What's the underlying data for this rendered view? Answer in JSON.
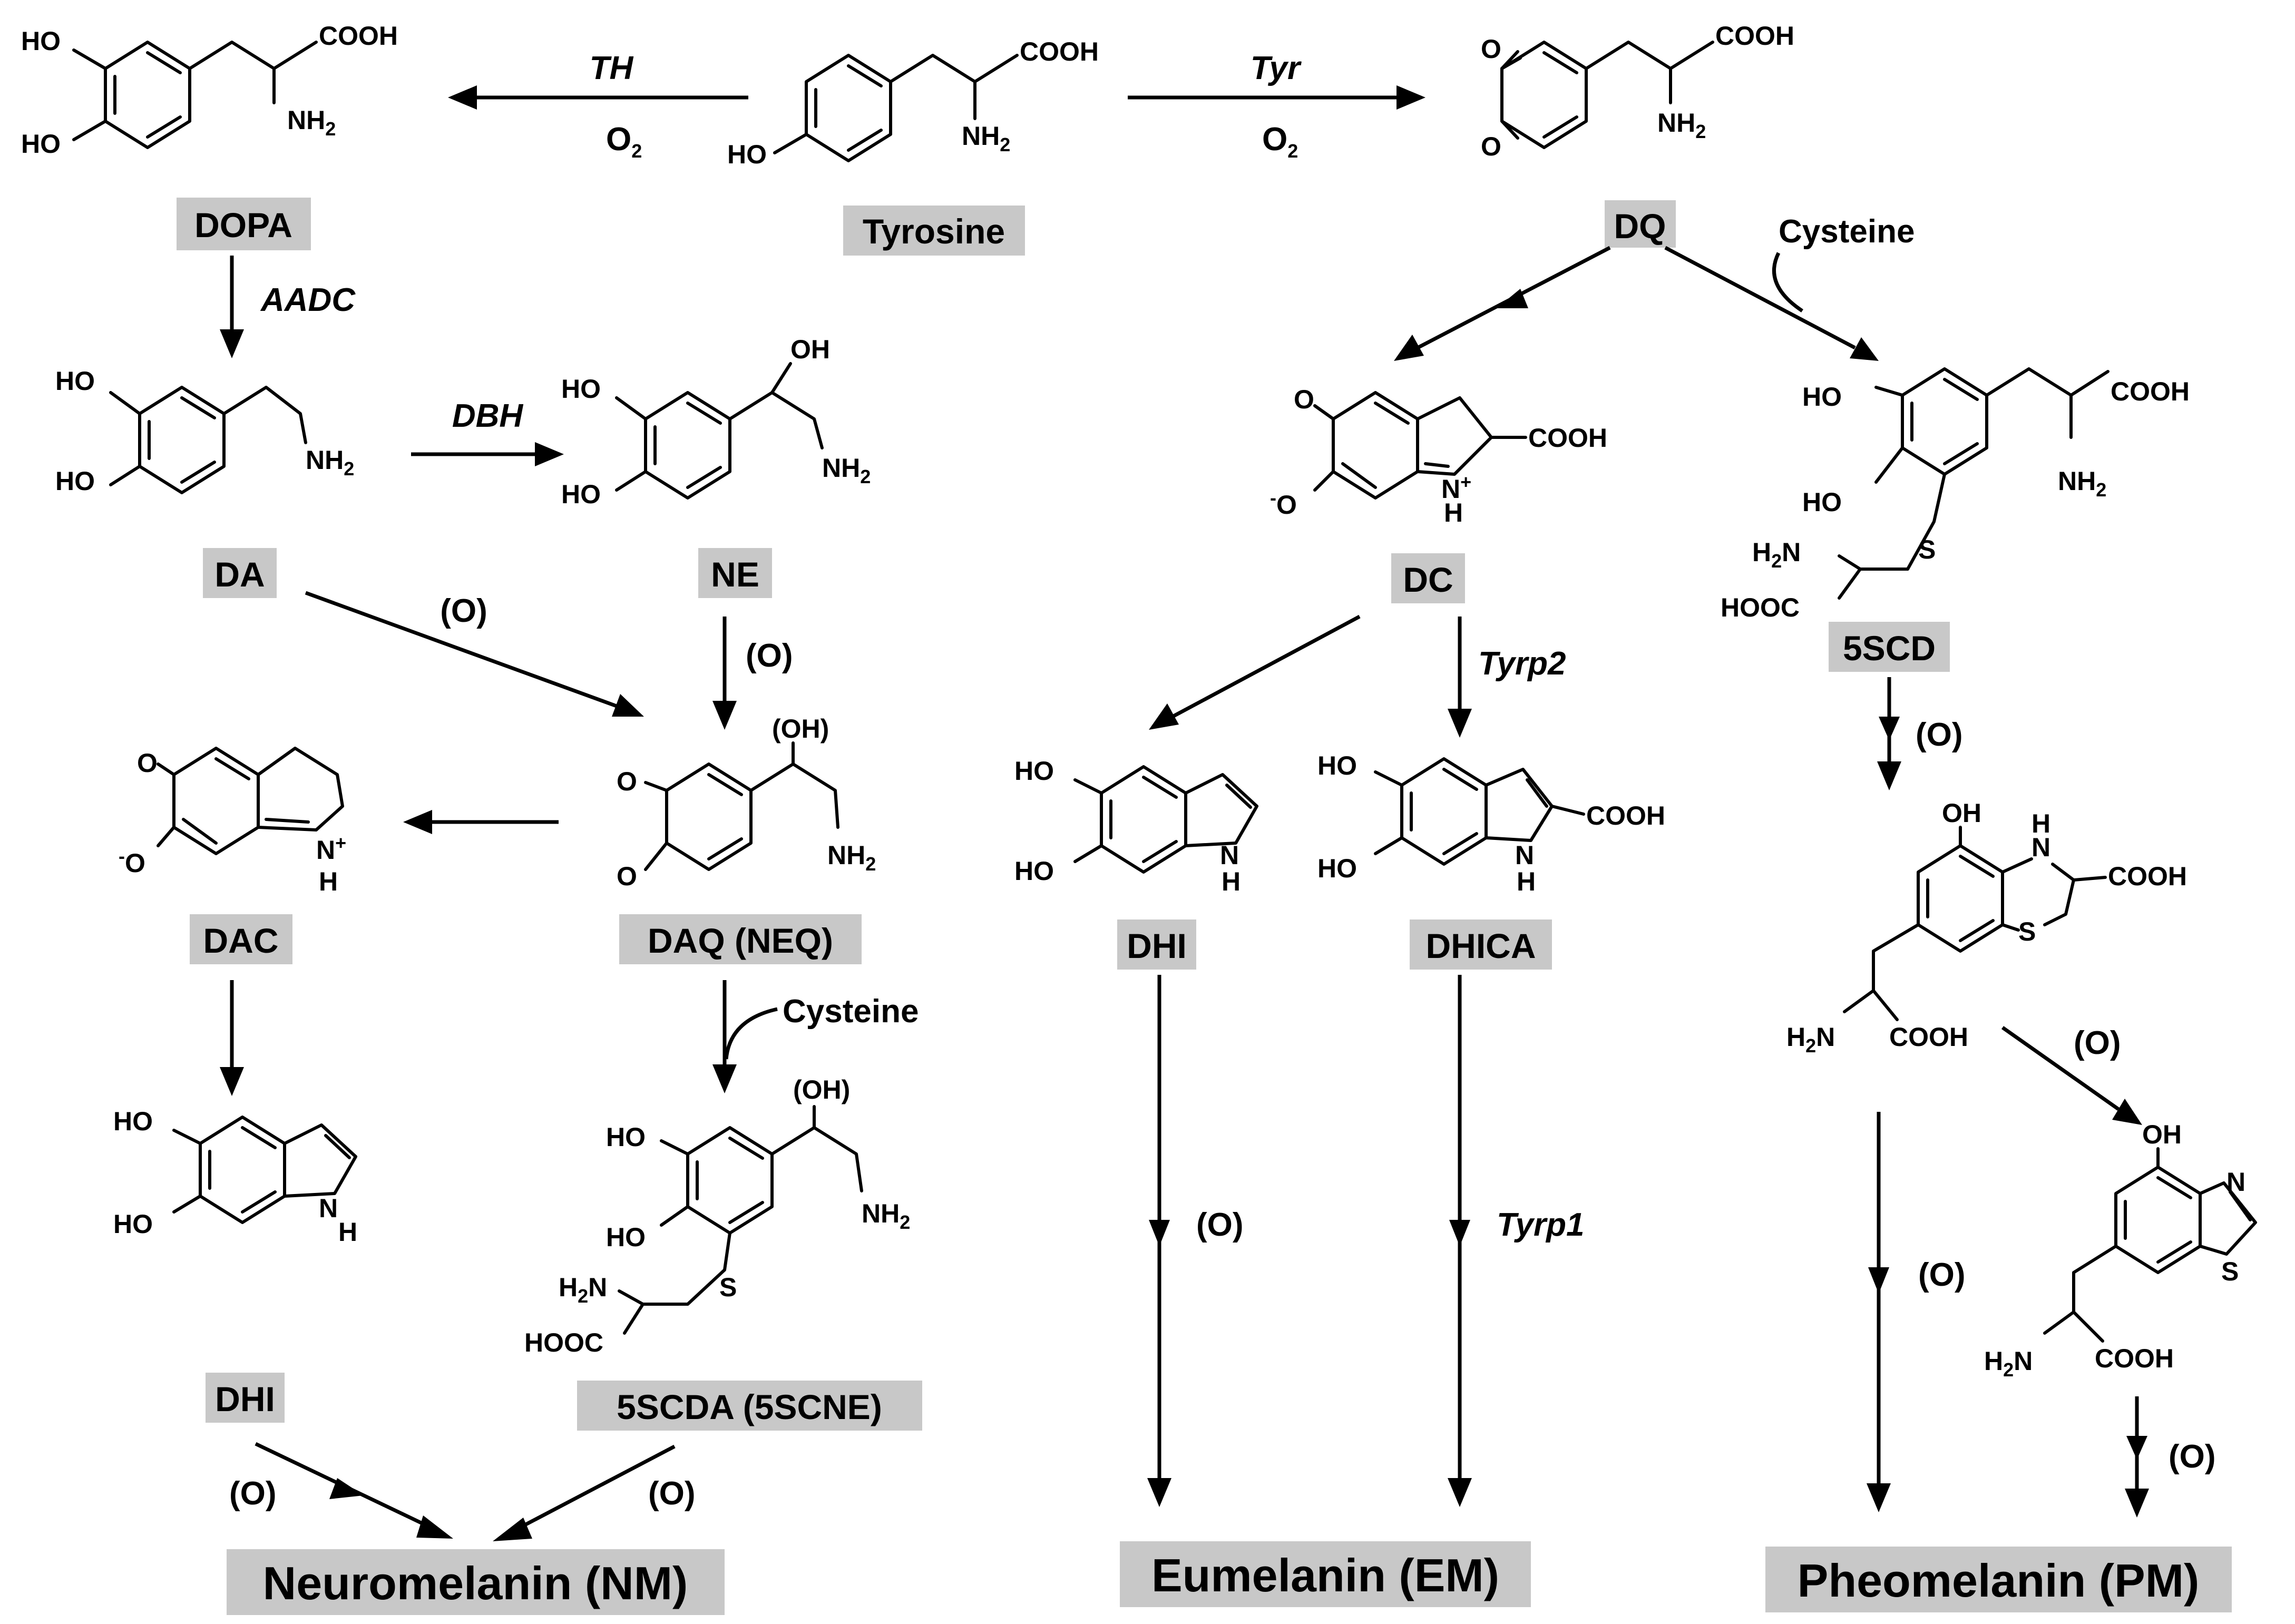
{
  "compounds": {
    "dopa": "DOPA",
    "tyrosine": "Tyrosine",
    "dq": "DQ",
    "da": "DA",
    "ne": "NE",
    "dc": "DC",
    "scd5": "5SCD",
    "dac": "DAC",
    "daq": "DAQ (NEQ)",
    "dhi_em": "DHI",
    "dhica": "DHICA",
    "dhi_nm": "DHI",
    "scda5": "5SCDA (5SCNE)"
  },
  "products": {
    "neuromelanin": "Neuromelanin (NM)",
    "eumelanin": "Eumelanin (EM)",
    "pheomelanin": "Pheomelanin (PM)"
  },
  "enzymes": {
    "th": "TH",
    "tyr": "Tyr",
    "aadc": "AADC",
    "dbh": "DBH",
    "tyrp2": "Tyrp2",
    "tyrp1": "Tyrp1"
  },
  "reagents": {
    "o2": "O",
    "o2_sub": "2",
    "ox": "(O)",
    "cysteine": "Cysteine"
  },
  "atoms": {
    "ho": "HO",
    "oh": "OH",
    "cooh": "COOH",
    "hooc": "HOOC",
    "nh2": "NH",
    "h2n": "H",
    "two": "2",
    "n_label": "N",
    "nh_ring": "N",
    "h": "H",
    "plus": "+",
    "minus": "-",
    "o": "O",
    "s": "S",
    "paren_oh": "(OH)"
  },
  "colors": {
    "label_background": "#c8c8c8",
    "ink": "#000000"
  }
}
